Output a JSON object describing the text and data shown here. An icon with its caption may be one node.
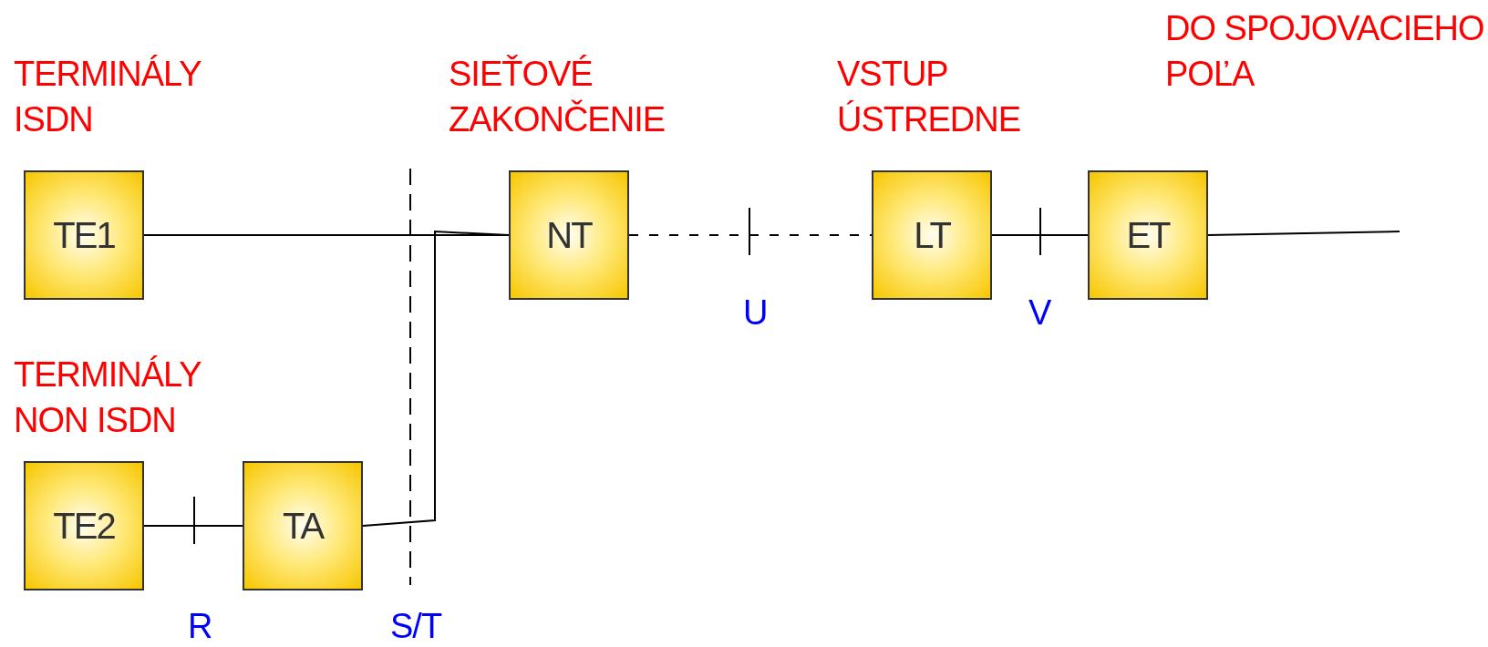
{
  "diagram": {
    "nodes": [
      {
        "text": [
          "TE1"
        ]
      },
      {
        "text": [
          "NT"
        ]
      },
      {
        "text": [
          "LT"
        ]
      },
      {
        "text": [
          "ET"
        ]
      },
      {
        "text": [
          "TE2"
        ]
      },
      {
        "text": [
          "TA"
        ]
      }
    ],
    "edges": [
      {
        "from": 0,
        "to": 1,
        "arrow": "none"
      },
      {
        "from": 4,
        "to": 5,
        "arrow": "none"
      },
      {
        "from": 5,
        "to": 1,
        "arrow": "none"
      },
      {
        "from": 1,
        "to": 2,
        "arrow": "none",
        "style": "dashed"
      },
      {
        "from": 2,
        "to": 3,
        "arrow": "none"
      },
      {
        "from": 3,
        "to": null,
        "arrow": "none"
      }
    ],
    "labels": [
      "DO SPOJOVACIEHO POĽA",
      "TERMINÁLY ISDN",
      "SIEŤOVÉ ZAKONČENIE",
      "VSTUP ÚSTREDNE",
      "U",
      "V",
      "TERMINÁLY NON ISDN",
      "R",
      "S/T"
    ]
  }
}
